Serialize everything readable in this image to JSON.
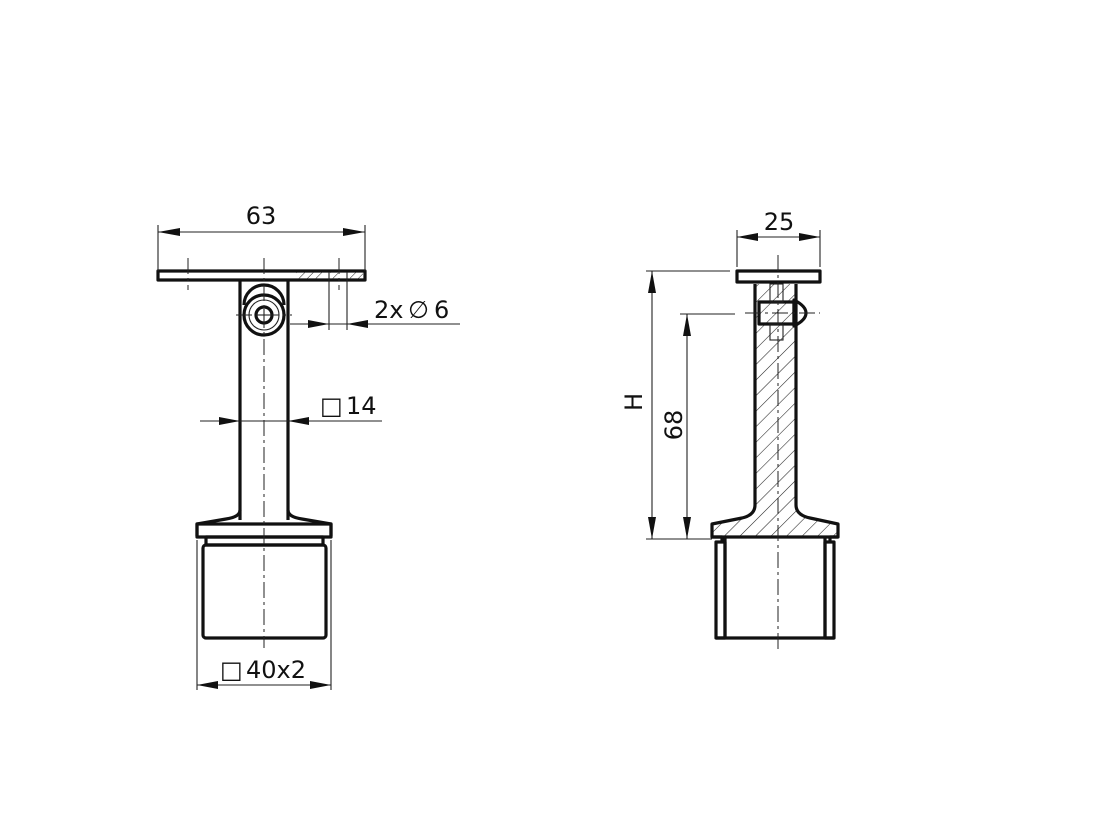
{
  "drawing": {
    "front_view": {
      "width_dim": "63",
      "hole_dim": "2x",
      "hole_symbol": "∅",
      "hole_value": "6",
      "post_dim_symbol": "□",
      "post_dim_value": "14",
      "tube_dim_symbol": "□",
      "tube_dim_value": "40x2"
    },
    "side_view": {
      "width_dim": "25",
      "height_label": "H",
      "height_dim": "68"
    },
    "colors": {
      "line": "#111111",
      "background": "#ffffff"
    }
  }
}
